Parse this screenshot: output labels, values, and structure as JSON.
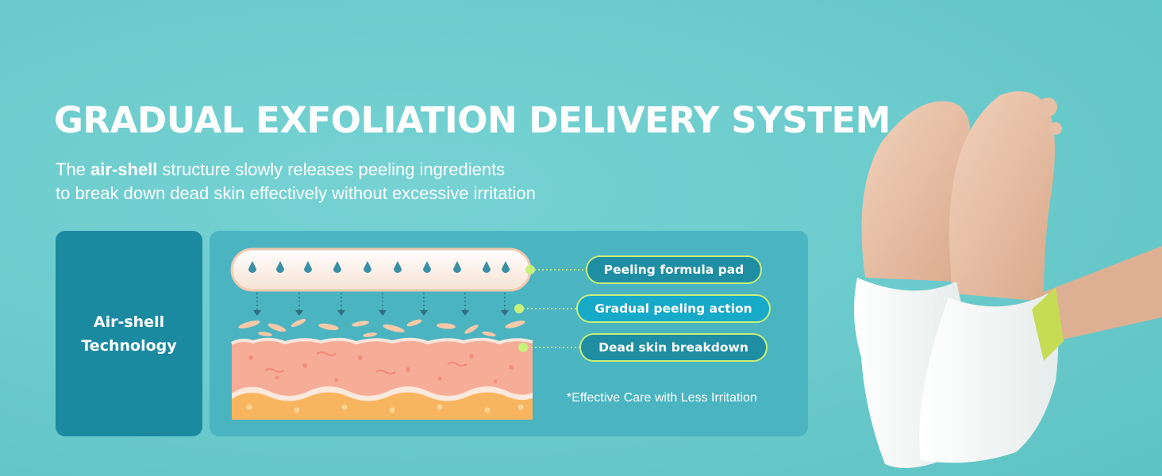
{
  "header": {
    "title": "GRADUAL EXFOLIATION DELIVERY SYSTEM",
    "subtitle_line1_pre": "The ",
    "subtitle_line1_bold": "air-shell",
    "subtitle_line1_post": " structure slowly releases peeling ingredients",
    "subtitle_line2": "to break down dead skin effectively without excessive irritation"
  },
  "technology_box": {
    "label": "Air-shell\nTechnology"
  },
  "diagram": {
    "labels": [
      {
        "text": "Peeling formula pad"
      },
      {
        "text": "Gradual peeling action"
      },
      {
        "text": "Dead skin breakdown"
      }
    ],
    "footnote": "*Effective Care with Less Irritation",
    "colors": {
      "panel": "#4bb4c1",
      "tech_box": "#1b8aa1",
      "pill_dark": "#1f8ea3",
      "pill_bright": "#17a9c8",
      "accent_green": "#c9f07a",
      "skin_pink": "#f6ad98",
      "skin_yellow": "#f8b560",
      "droplet": "#3b8fa3"
    }
  },
  "photo": {
    "subject": "feet-in-peeling-socks",
    "tag_color": "#c7dc55"
  }
}
